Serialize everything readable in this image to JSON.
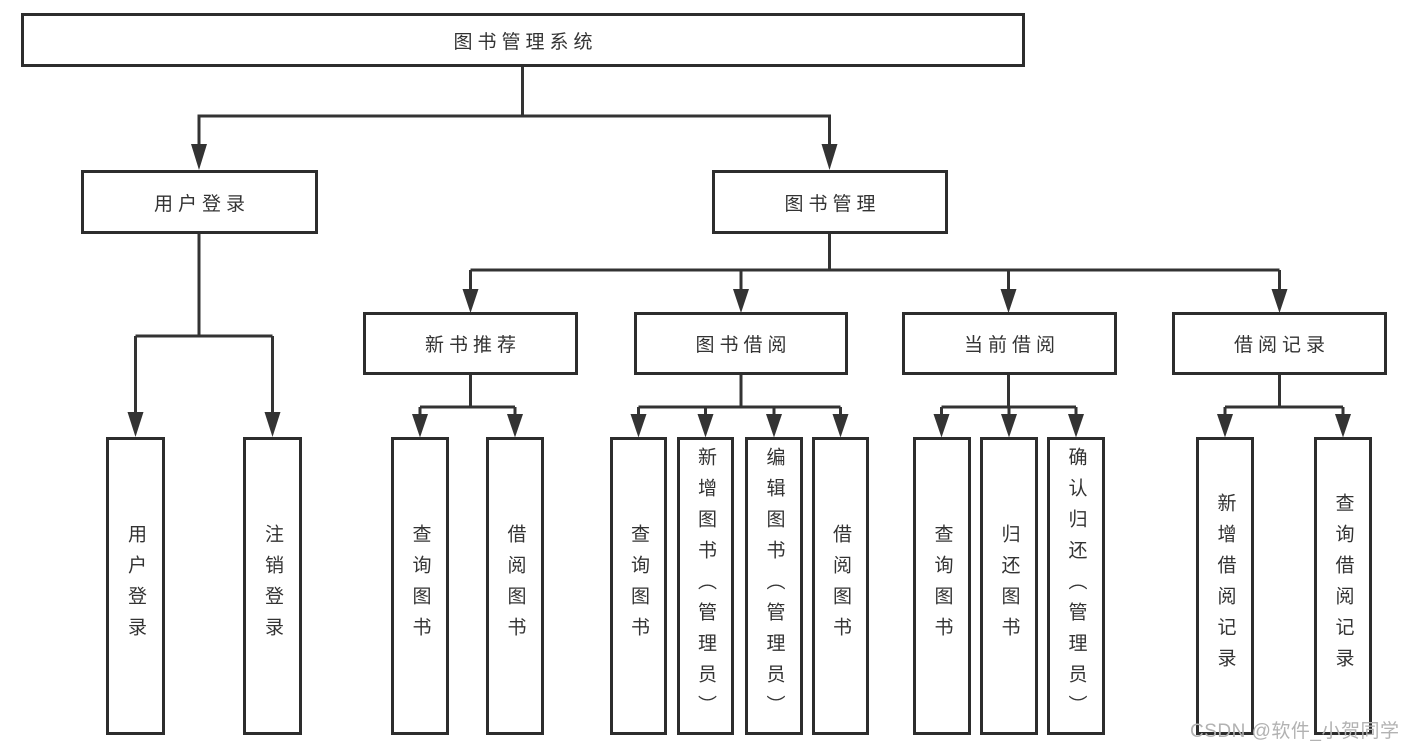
{
  "nodes": {
    "root": {
      "label": "图书管理系统"
    },
    "user_login": {
      "label": "用户登录",
      "children": [
        {
          "label": "用户登录"
        },
        {
          "label": "注销登录"
        }
      ]
    },
    "book_mgmt": {
      "label": "图书管理",
      "sections": [
        {
          "label": "新书推荐",
          "children": [
            {
              "label": "查询图书"
            },
            {
              "label": "借阅图书"
            }
          ]
        },
        {
          "label": "图书借阅",
          "children": [
            {
              "label": "查询图书"
            },
            {
              "label": "新增图书（管理员）"
            },
            {
              "label": "编辑图书（管理员）"
            },
            {
              "label": "借阅图书"
            }
          ]
        },
        {
          "label": "当前借阅",
          "children": [
            {
              "label": "查询图书"
            },
            {
              "label": "归还图书"
            },
            {
              "label": "确认归还（管理员）"
            }
          ]
        },
        {
          "label": "借阅记录",
          "children": [
            {
              "label": "新增借阅记录"
            },
            {
              "label": "查询借阅记录"
            }
          ]
        }
      ]
    }
  },
  "watermark": {
    "text": "CSDN @软件_小贺同学"
  },
  "colors": {
    "line": "#333333",
    "box_border": "#2d2d2d",
    "text": "#333333",
    "watermark": "#b2b2b2",
    "background": "#ffffff"
  }
}
